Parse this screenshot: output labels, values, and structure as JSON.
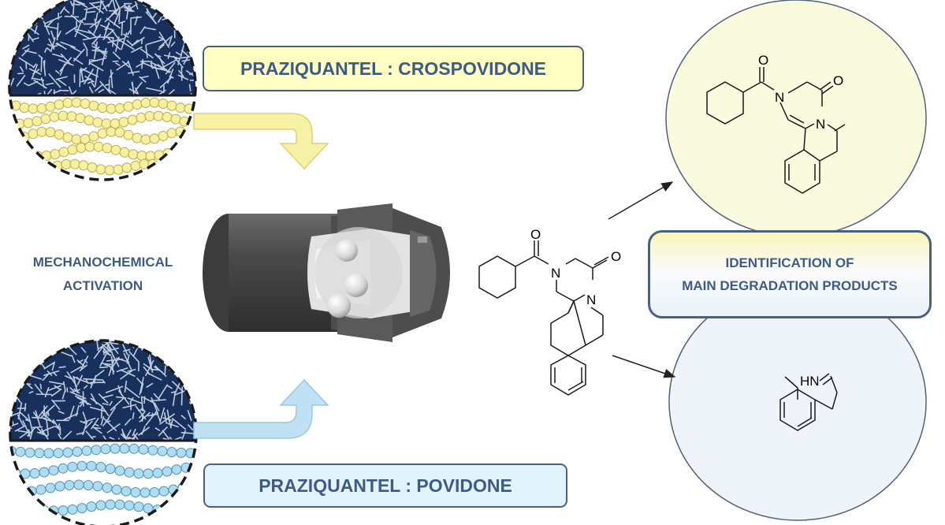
{
  "labels": {
    "crospovidone": "PRAZIQUANTEL : CROSPOVIDONE",
    "povidone": "PRAZIQUANTEL : POVIDONE",
    "mech_line1": "MECHANOCHEMICAL",
    "mech_line2": "ACTIVATION",
    "ident_line1": "IDENTIFICATION OF",
    "ident_line2": "MAIN DEGRADATION PRODUCTS"
  },
  "atoms": {
    "pzq_o1": "O",
    "pzq_o2": "O",
    "pzq_n1": "N",
    "pzq_n2": "N",
    "p1_o1": "O",
    "p1_o2": "O",
    "p1_n1": "N",
    "p1_n2": "N",
    "p2_hn": "HN"
  },
  "colors": {
    "label_text": "#3e5b86",
    "yellow_box": "#ffffc4",
    "blue_box": "#e3f3fc",
    "yellow_arrow": "#f6f1a4",
    "blue_arrow": "#bfe1f3",
    "sem_background": "#16305a"
  },
  "icons": {
    "mill": "ball-mill-jar-icon",
    "arrow": "curved-arrow-icon"
  }
}
